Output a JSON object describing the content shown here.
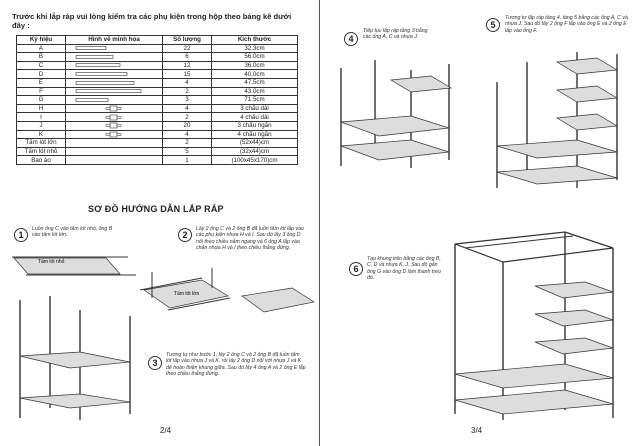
{
  "intro": "Trước khi lắp ráp vui lòng kiểm tra các phụ kiện trong hộp theo bảng kê dưới đây :",
  "table": {
    "headers": [
      "Ký hiệu",
      "Hình vẽ minh họa",
      "Số lượng",
      "Kích thước"
    ],
    "rows": [
      {
        "code": "A",
        "qty": "22",
        "size": "32.3cm",
        "icon": "long-tube"
      },
      {
        "code": "B",
        "qty": "6",
        "size": "56.0cm",
        "icon": "long-tube"
      },
      {
        "code": "C",
        "qty": "12",
        "size": "36.0cm",
        "icon": "long-tube"
      },
      {
        "code": "D",
        "qty": "15",
        "size": "40.0cm",
        "icon": "long-tube"
      },
      {
        "code": "E",
        "qty": "4",
        "size": "47.5cm",
        "icon": "long-tube"
      },
      {
        "code": "F",
        "qty": "2",
        "size": "43.0cm",
        "icon": "long-tube"
      },
      {
        "code": "G",
        "qty": "3",
        "size": "71.5cm",
        "icon": "long-tube"
      },
      {
        "code": "H",
        "qty": "4",
        "size": "3 chấu dài",
        "icon": "connector"
      },
      {
        "code": "I",
        "qty": "2",
        "size": "4 chấu dài",
        "icon": "connector"
      },
      {
        "code": "J",
        "qty": "20",
        "size": "3 chấu ngắn",
        "icon": "connector"
      },
      {
        "code": "K",
        "qty": "4",
        "size": "4 chấu ngắn",
        "icon": "connector"
      },
      {
        "code": "Tấm lót lớn",
        "qty": "2",
        "size": "(52x44)cm",
        "icon": ""
      },
      {
        "code": "Tấm lót nhỏ",
        "qty": "5",
        "size": "(32x44)cm",
        "icon": ""
      },
      {
        "code": "Bao áo",
        "qty": "1",
        "size": "(100x45x170)cm",
        "icon": ""
      }
    ]
  },
  "section_title": "SƠ ĐỒ HƯỚNG DẪN LẮP RÁP",
  "steps": [
    {
      "num": "1",
      "text": "Luồn ống C vào tấm lót nhỏ, ống B vào tấm lót lớn."
    },
    {
      "num": "2",
      "text": "Lấy 2 ống C và 2 ống B đã luồn tấm lót lắp vào các phụ kiện nhựa H và I. Sau đó lấy 3 ống D nối theo chiều nằm ngang và 6 ống A lắp vào chân nhựa H và I theo chiều thẳng đứng."
    },
    {
      "num": "3",
      "text": "Tương tự như bước 1, lấy 2 ống C và 2 ống B đã luồn tấm lót lắp vào nhựa J và K, rồi lấy 2 ống D nối với nhựa J và K để hoàn thiện khung giữa. Sau đó lấy 4 ống A và 2 ống E lắp theo chiều thẳng đứng."
    },
    {
      "num": "4",
      "text": "Tiếp tục lắp ráp tầng 3 bằng các ống A, C và nhựa J."
    },
    {
      "num": "5",
      "text": "Tương tự lắp ráp tầng 4, tầng 5 bằng các ống A, C và nhựa J. Sau đó lấy 2 ống F lắp vào ống E và 2 ống E lắp vào ống F."
    },
    {
      "num": "6",
      "text": "Tạo khung trên bằng các ống B, C, D và nhựa K, J. Sau đó gắn ống G vào ống D làm thanh treo đồ."
    }
  ],
  "labels": {
    "small_panel": "Tấm lót nhỏ",
    "large_panel": "Tấm lót lớn"
  },
  "page_left": "2/4",
  "page_right": "3/4"
}
